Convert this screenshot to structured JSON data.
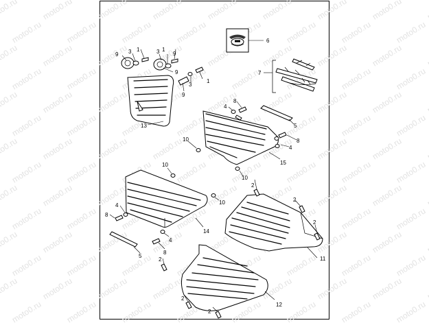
{
  "watermark": {
    "text": "moto0.ru",
    "color": "#e2e2e2"
  },
  "diagram": {
    "border_color": "#000000",
    "parts": [
      {
        "id": "badge",
        "callouts": [
          "6"
        ],
        "icon": "eagle-wing-emblem-icon"
      },
      {
        "id": "wiring-clips",
        "callouts": [
          "7"
        ]
      },
      {
        "id": "rear-rack-panel",
        "callouts": [
          "13"
        ]
      },
      {
        "id": "upper-right-rack",
        "callouts": [
          "15"
        ]
      },
      {
        "id": "mid-left-rack",
        "callouts": [
          "14"
        ]
      },
      {
        "id": "lower-right-rack",
        "callouts": [
          "11"
        ]
      },
      {
        "id": "bottom-rack",
        "callouts": [
          "12"
        ]
      },
      {
        "id": "trim-strip-upper",
        "callouts": [
          "5"
        ]
      },
      {
        "id": "trim-strip-lower",
        "callouts": [
          "5"
        ]
      }
    ],
    "callout_labels": {
      "c1a": "1",
      "c1b": "1",
      "c1c": "1",
      "c3a": "3",
      "c3b": "3",
      "c3c": "3",
      "c9a": "9",
      "c9b": "9",
      "c9c": "9",
      "c9d": "9",
      "c6": "6",
      "c7": "7",
      "c13": "13",
      "c4a": "4",
      "c8a": "8",
      "c5a": "5",
      "c8b": "8",
      "c4b": "4",
      "c15": "15",
      "c10a": "10",
      "c10b": "10",
      "c10c": "10",
      "c10d": "10",
      "c2a": "2",
      "c2b": "2",
      "c2c": "2",
      "c2d": "2",
      "c2e": "2",
      "c2f": "2",
      "c11": "11",
      "c8c": "8",
      "c4c": "4",
      "c14": "14",
      "c4d": "4",
      "c8d": "8",
      "c5b": "5",
      "c12": "12"
    }
  }
}
